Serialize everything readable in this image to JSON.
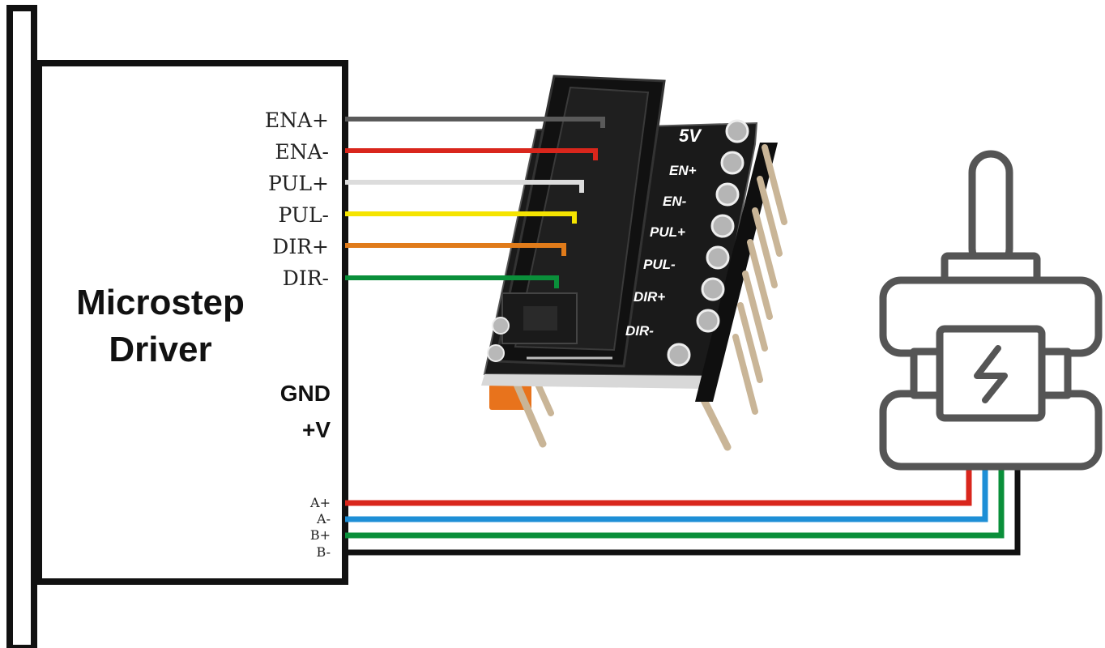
{
  "driver": {
    "title_line1": "Microstep",
    "title_line2": "Driver",
    "signal_pins": [
      "ENA+",
      "ENA-",
      "PUL+",
      "PUL-",
      "DIR+",
      "DIR-"
    ],
    "power_pins": [
      "GND",
      "+V"
    ],
    "motor_pins": [
      "A+",
      "A-",
      "B+",
      "B-"
    ]
  },
  "adapter_board": {
    "pins": [
      "5V",
      "EN+",
      "EN-",
      "PUL+",
      "PUL-",
      "DIR+",
      "DIR-"
    ]
  },
  "signal_wire_colors": [
    "#5a5a5a",
    "#d9261c",
    "#dcdcdc",
    "#f5e400",
    "#e07b1a",
    "#0a8f3a"
  ],
  "motor_wire_colors": [
    "#d9261c",
    "#1e8fd6",
    "#0a8f3a",
    "#111111"
  ],
  "motor": {
    "icon": "stepper-motor-icon",
    "symbol": "lightning-bolt-icon"
  }
}
